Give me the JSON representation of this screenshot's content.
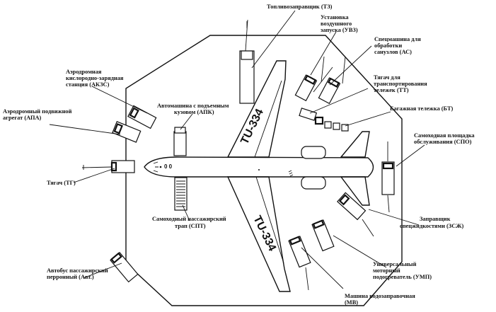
{
  "diagram": {
    "aircraft_registration": "TU-334",
    "aircraft_number": "0 0",
    "labels": {
      "tz": "Топливозаправщик (ТЗ)",
      "uvz_l1": "Установка",
      "uvz_l2": "воздушного",
      "uvz_l3": "запуска (УВЗ)",
      "as_l1": "Спецмашина для",
      "as_l2": "обработки",
      "as_l3": "санузлов (АС)",
      "tt_l1": "Тягач для",
      "tt_l2": "транспортирования",
      "tt_l3": "тележек (ТТ)",
      "bt": "Багажная тележка (БТ)",
      "spo_l1": "Самоходная площадка",
      "spo_l2": "обслуживания (СПО)",
      "zszh_l1": "Заправщик",
      "zszh_l2": "спецжидкостями (ЗСЖ)",
      "ump_l1": "Универсальный",
      "ump_l2": "моторный",
      "ump_l3": "подогреватель (УМП)",
      "mv_l1": "Машина водозаправочная",
      "mv_l2": "(МВ)",
      "avt_l1": "Автобус пассажирский",
      "avt_l2": "перронный (Авт.)",
      "spt_l1": "Самоходный пассажирский",
      "spt_l2": "трап (СПТ)",
      "apk_l1": "Автомашина с подъемным",
      "apk_l2": "кузовом (АПК)",
      "tg": "Тягач (ТГ)",
      "apa_l1": "Аэродромный подвижной",
      "apa_l2": "агрегат (АПА)",
      "akzs_l1": "Аэродромная",
      "akzs_l2": "кислородно-зарядная",
      "akzs_l3": "станция (АКЗС)"
    }
  }
}
